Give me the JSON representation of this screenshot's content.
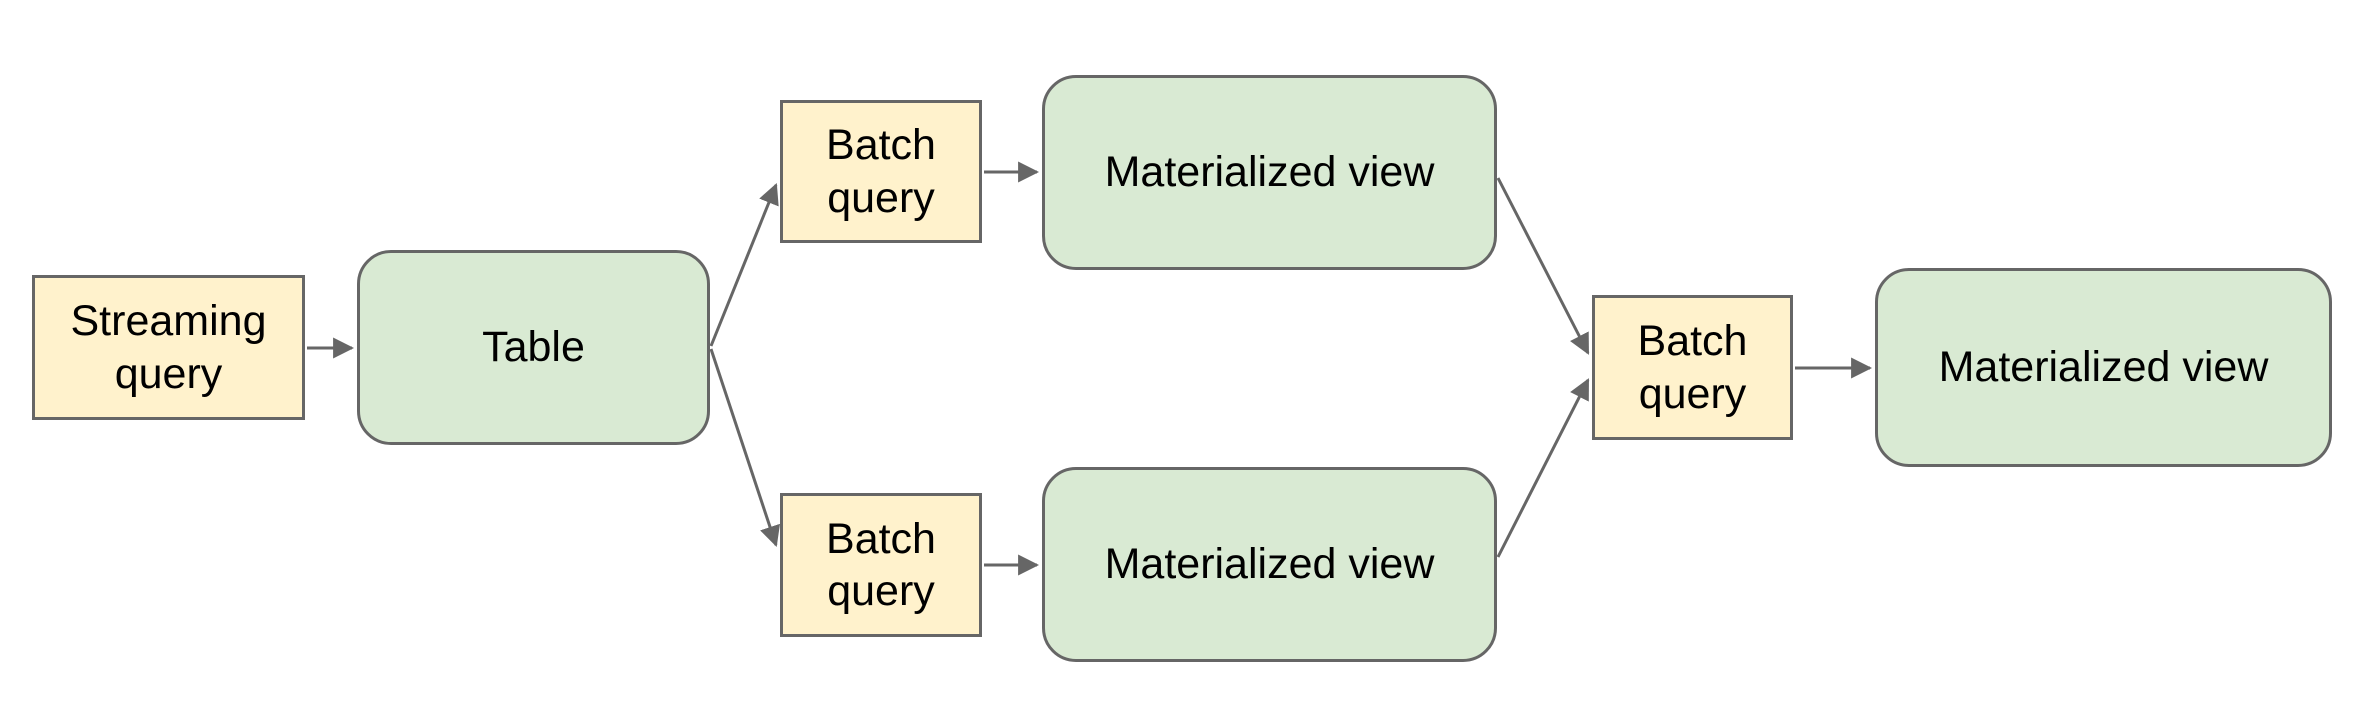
{
  "diagram": {
    "description": "Streaming query feeds a table; batch queries derive materialized views, which a further batch query combines into a final materialized view",
    "colors": {
      "query_fill": "#fff2cc",
      "dataset_fill": "#d9ead3",
      "shape_border": "#666666",
      "arrow": "#666666",
      "text": "#000000",
      "background": "#ffffff"
    },
    "nodes": [
      {
        "id": "streaming-query",
        "label": "Streaming query",
        "kind": "query"
      },
      {
        "id": "table",
        "label": "Table",
        "kind": "dataset"
      },
      {
        "id": "batch-query-top",
        "label": "Batch query",
        "kind": "query"
      },
      {
        "id": "materialized-view-top",
        "label": "Materialized view",
        "kind": "dataset"
      },
      {
        "id": "batch-query-bottom",
        "label": "Batch query",
        "kind": "query"
      },
      {
        "id": "materialized-view-bottom",
        "label": "Materialized view",
        "kind": "dataset"
      },
      {
        "id": "batch-query-right",
        "label": "Batch query",
        "kind": "query"
      },
      {
        "id": "materialized-view-right",
        "label": "Materialized view",
        "kind": "dataset"
      }
    ],
    "edges": [
      {
        "from": "streaming-query",
        "to": "table"
      },
      {
        "from": "table",
        "to": "batch-query-top"
      },
      {
        "from": "table",
        "to": "batch-query-bottom"
      },
      {
        "from": "batch-query-top",
        "to": "materialized-view-top"
      },
      {
        "from": "batch-query-bottom",
        "to": "materialized-view-bottom"
      },
      {
        "from": "materialized-view-top",
        "to": "batch-query-right"
      },
      {
        "from": "materialized-view-bottom",
        "to": "batch-query-right"
      },
      {
        "from": "batch-query-right",
        "to": "materialized-view-right"
      }
    ]
  }
}
